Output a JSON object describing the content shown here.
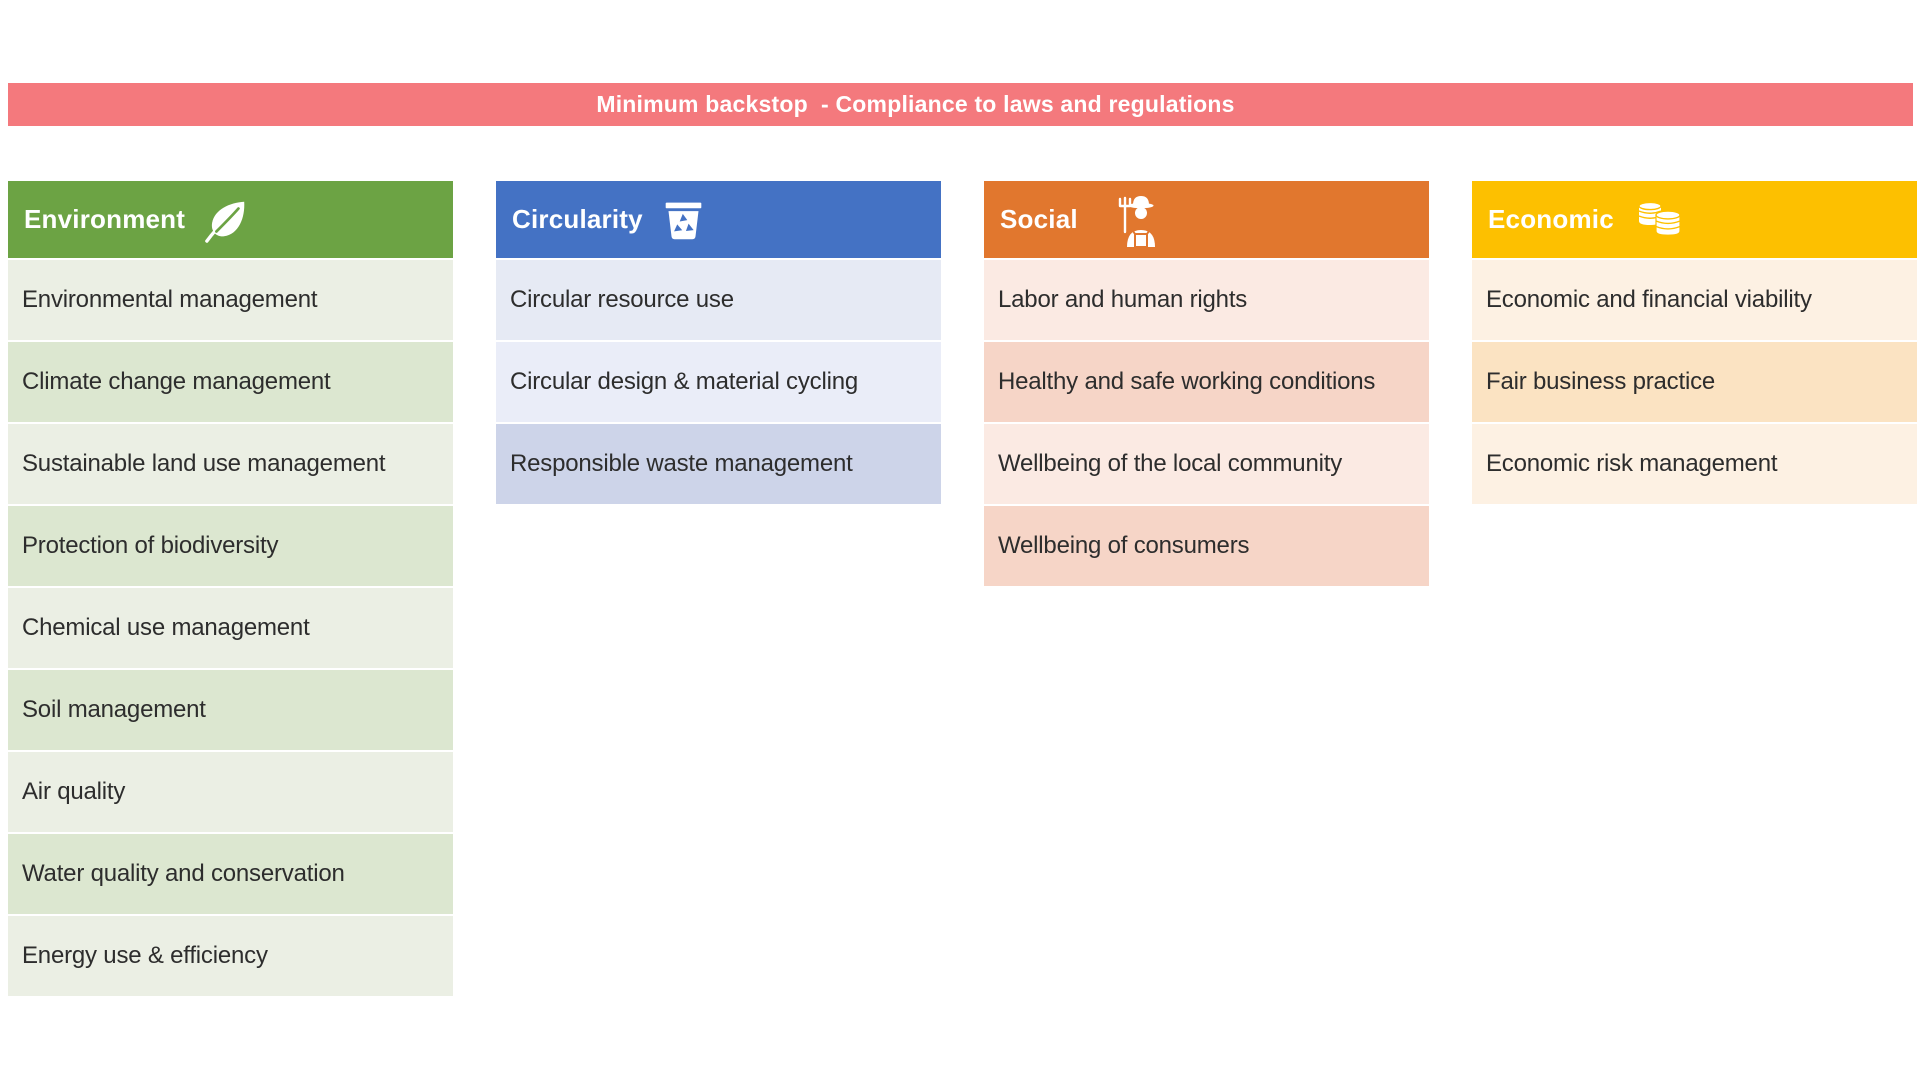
{
  "banner": {
    "label": "Minimum backstop  - Compliance to laws and regulations",
    "bg_color": "#f4797d",
    "text_color": "#ffffff"
  },
  "row_text_color": "#2d2d2d",
  "columns": [
    {
      "title": "Environment",
      "icon": "leaf-icon",
      "header_bg": "#6ca344",
      "header_text_color": "#ffffff",
      "rows": [
        "Environmental management",
        "Climate change management",
        "Sustainable land use management",
        "Protection of biodiversity",
        "Chemical use management",
        "Soil management",
        "Air quality",
        "Water quality and conservation",
        "Energy use & efficiency"
      ],
      "row_colors": [
        "#ebefe4",
        "#dce7d0",
        "#ebefe4",
        "#dce7d0",
        "#ebefe4",
        "#dce7d0",
        "#ebefe4",
        "#dce7d0",
        "#ebefe4"
      ]
    },
    {
      "title": "Circularity",
      "icon": "recycle-bin-icon",
      "header_bg": "#4472c4",
      "header_text_color": "#ffffff",
      "rows": [
        "Circular resource use",
        "Circular design & material cycling",
        "Responsible waste management"
      ],
      "row_colors": [
        "#e6eaf4",
        "#eaedf8",
        "#cdd4e9"
      ]
    },
    {
      "title": "Social",
      "icon": "farmer-icon",
      "header_bg": "#e1772e",
      "header_text_color": "#ffffff",
      "rows": [
        "Labor and human rights",
        "Healthy and safe working conditions",
        "Wellbeing of the local community",
        "Wellbeing of consumers"
      ],
      "row_colors": [
        "#fbeae3",
        "#f6d5c7",
        "#fbeae3",
        "#f6d5c7"
      ]
    },
    {
      "title": "Economic",
      "icon": "coin-stack-icon",
      "header_bg": "#fdc000",
      "header_text_color": "#ffffff",
      "rows": [
        "Economic and financial viability",
        "Fair business practice",
        "Economic risk management"
      ],
      "row_colors": [
        "#fdf1e3",
        "#fbe3c2",
        "#fdf1e3"
      ]
    }
  ]
}
